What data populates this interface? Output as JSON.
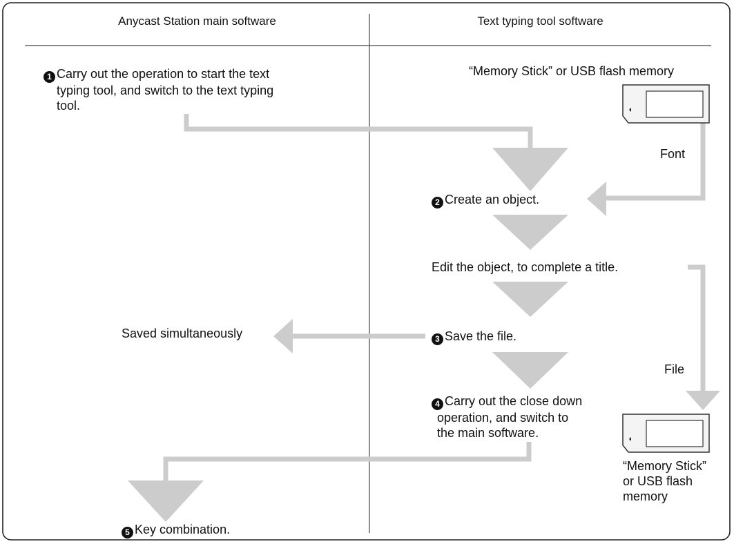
{
  "columns": {
    "left_header": "Anycast Station main software",
    "right_header": "Text typing tool software"
  },
  "steps": {
    "step1": {
      "badge": "1",
      "lines": [
        "Carry out the operation to start the text",
        "typing tool, and switch to the text typing",
        "tool."
      ]
    },
    "step2": {
      "badge": "2",
      "text": "Create an object."
    },
    "edit_text": "Edit the object, to complete a title.",
    "step3": {
      "badge": "3",
      "text": "Save the file."
    },
    "step4": {
      "badge": "4",
      "lines": [
        "Carry out the close down",
        "operation, and switch to",
        "the main software."
      ]
    },
    "step5": {
      "badge": "5",
      "text": "Key combination."
    }
  },
  "saved_text": "Saved simultaneously",
  "media_top": {
    "label": "“Memory Stick” or USB flash memory",
    "arrow_label": "Font"
  },
  "media_bottom": {
    "arrow_label": "File",
    "lines": [
      "“Memory Stick”",
      "or USB flash",
      "memory"
    ]
  },
  "colors": {
    "arrow": "#cccccc",
    "border": "#222222",
    "badge": "#111111"
  }
}
